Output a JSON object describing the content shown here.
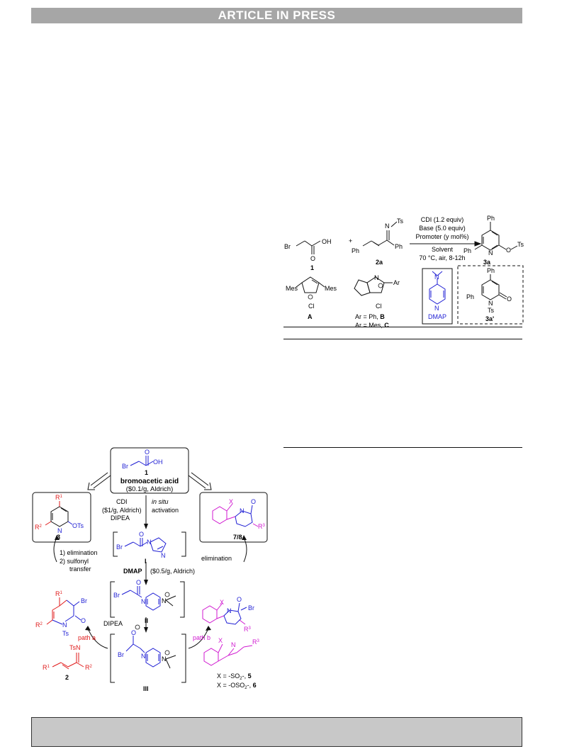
{
  "banner": "ARTICLE IN PRESS",
  "colors": {
    "blue": "#1f1fd4",
    "red": "#e01b1b",
    "magenta": "#d01ad0",
    "banner_bg": "#a6a6a6",
    "footer_bg": "#c8c8c8"
  },
  "reaction": {
    "cond1": "CDI (1.2 equiv)",
    "cond2": "Base (5.0 equiv)",
    "cond3": "Promoter (y mol%)",
    "cond4": "Solvent",
    "cond5": "70 °C,  air, 8-12h",
    "reagent1_label": "1",
    "reagent2_label": "2a",
    "product_label": "3a",
    "plus": "+",
    "Br": "Br",
    "OH": "OH",
    "O": "O",
    "N": "N",
    "Ts": "Ts",
    "Ph": "Ph",
    "OTs_O": "O",
    "promoterA": "A",
    "mes": "Mes",
    "cl": "Cl",
    "ar": "Ar",
    "arB": "Ar = Ph, ",
    "B": "B",
    "arC": "Ar = Mes, ",
    "C": "C",
    "dmap": "DMAP",
    "side_label": "3a'"
  },
  "mechanism": {
    "top_name": "bromoacetic acid",
    "top_price": "($0.1/g, Aldrich)",
    "top_label": "1",
    "cdi": "CDI",
    "cdi_price": "($1/g, Aldrich)",
    "dipea": "DIPEA",
    "insitu": "in situ",
    "activation": "activation",
    "I_label": "I",
    "dmap": "DMAP",
    "dmap_price": "($0.5/g, Aldrich)",
    "II_label": "II",
    "dipea2": "DIPEA",
    "III_label": "III",
    "left_label": "3",
    "right_label": "7/8",
    "step1": "1) elimination",
    "step2": "2) sulfonyl",
    "step3": "transfer",
    "elimination": "elimination",
    "path_a": "path a",
    "path_b": "path b",
    "sub2_label": "2",
    "TsN": "TsN",
    "R1": "R",
    "R2": "R",
    "R3": "R",
    "X": "X",
    "Br": "Br",
    "O": "O",
    "N": "N",
    "OTs": "OTs",
    "Ts": "Ts",
    "OH": "OH",
    "X5": "X = -SO",
    "X5b": "-, ",
    "X5c": "5",
    "X6": "X = -OSO",
    "X6b": "-, ",
    "X6c": "6"
  }
}
